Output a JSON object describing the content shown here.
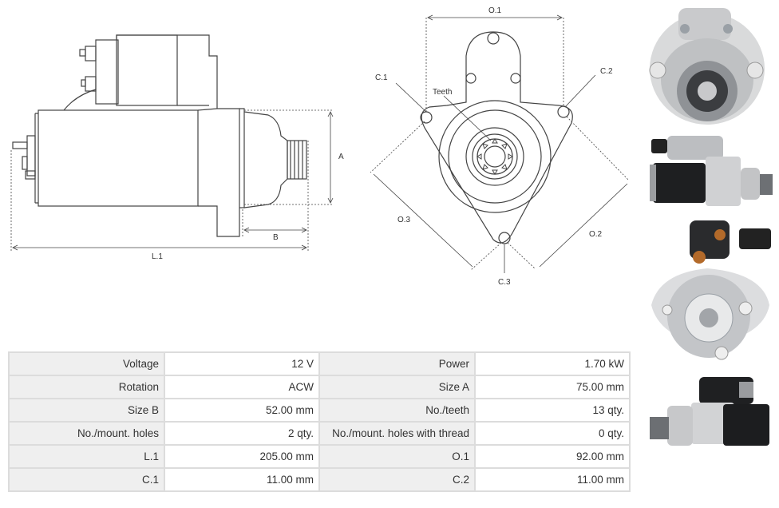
{
  "drawing_side": {
    "dim_a": "A",
    "dim_b": "B",
    "dim_l1": "L.1"
  },
  "drawing_front": {
    "o1": "O.1",
    "o2": "O.2",
    "o3": "O.3",
    "c1": "C.1",
    "c2": "C.2",
    "c3": "C.3",
    "teeth": "Teeth"
  },
  "specs": [
    {
      "label1": "Voltage",
      "value1": "12 V",
      "label2": "Power",
      "value2": "1.70 kW"
    },
    {
      "label1": "Rotation",
      "value1": "ACW",
      "label2": "Size A",
      "value2": "75.00 mm"
    },
    {
      "label1": "Size B",
      "value1": "52.00 mm",
      "label2": "No./teeth",
      "value2": "13 qty."
    },
    {
      "label1": "No./mount. holes",
      "value1": "2 qty.",
      "label2": "No./mount. holes with thread",
      "value2": "0 qty."
    },
    {
      "label1": "L.1",
      "value1": "205.00 mm",
      "label2": "O.1",
      "value2": "92.00 mm"
    },
    {
      "label1": "C.1",
      "value1": "11.00 mm",
      "label2": "C.2",
      "value2": "11.00 mm"
    }
  ],
  "colors": {
    "line": "#444444",
    "table_border": "#dcdcdc",
    "label_bg": "#efefef"
  }
}
